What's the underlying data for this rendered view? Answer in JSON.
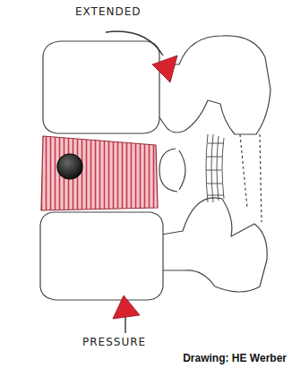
{
  "diagram": {
    "labels": [
      "EXTENDED",
      "PRESSURE",
      "Drawing: HE Werber"
    ]
  }
}
